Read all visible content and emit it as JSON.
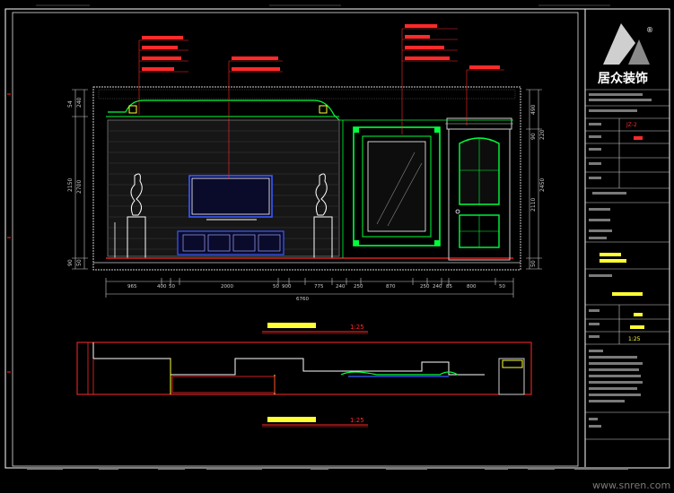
{
  "colors": {
    "background": "#000000",
    "frame": "#ffffff",
    "dimension": "#cfcfcf",
    "callout": "#ff2a2a",
    "wall_green": "#00ff3c",
    "accent_yellow": "#ffff33",
    "cyan": "#00e5ff",
    "magenta": "#ff33ff",
    "blue": "#3a5bff"
  },
  "brand": {
    "name_cn": "居众装饰",
    "registered": "®",
    "watermark": "www.snren.com"
  },
  "elevation": {
    "heights_left": [
      "240",
      "54",
      "2150",
      "2700",
      "90",
      "50"
    ],
    "heights_right": [
      "490",
      "90",
      "220",
      "2450",
      "2110",
      "50"
    ],
    "widths": [
      "965",
      "400",
      "50",
      "2000",
      "50",
      "900",
      "775",
      "240",
      "250",
      "870",
      "250",
      "240",
      "85",
      "800",
      "50"
    ],
    "total_width": "6760",
    "title_scale": "1:25"
  },
  "plan": {
    "title_scale": "1:25"
  },
  "title_block": {
    "drawing_code": "JZ-2",
    "scale_value": "1:25"
  }
}
